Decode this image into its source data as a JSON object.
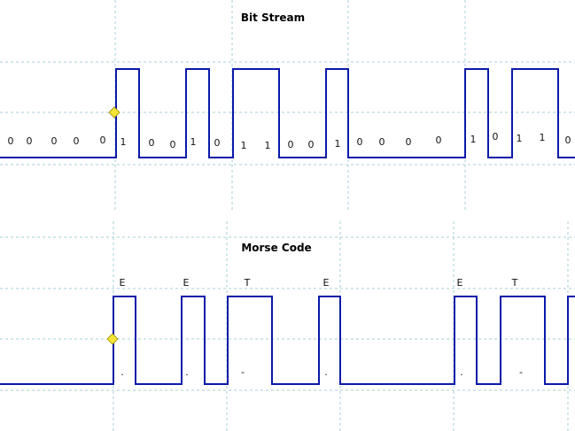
{
  "panels": [
    {
      "title": "Bit Stream",
      "bits": [
        "0",
        "0",
        "0",
        "0",
        "0",
        "1",
        "0",
        "0",
        "1",
        "0",
        "1",
        "1",
        "0",
        "0",
        "1",
        "0",
        "0",
        "0",
        "0",
        "1",
        "0",
        "1",
        "1",
        "0"
      ]
    },
    {
      "title": "Morse Code",
      "letters": [
        "E",
        "E",
        "T",
        "E",
        "E",
        "T"
      ],
      "symbols": [
        ".",
        ".",
        "-",
        ".",
        ".",
        "-"
      ]
    }
  ],
  "colors": {
    "signal": "#0a1aa8",
    "grid": "#a8cfd8",
    "marker": "#f5e536"
  },
  "icons": {
    "trigger_marker": "yellow-diamond-icon"
  }
}
